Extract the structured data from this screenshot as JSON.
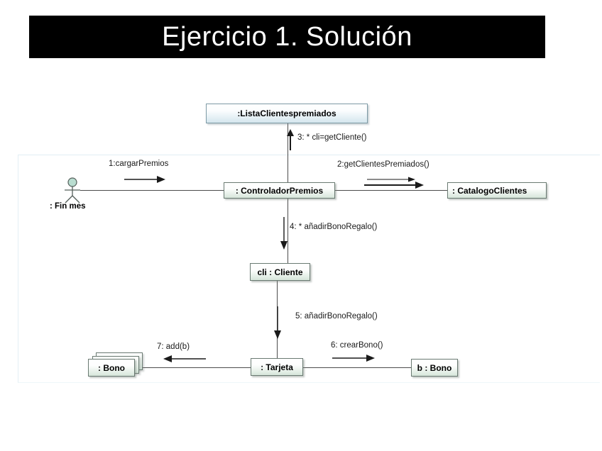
{
  "slide": {
    "title": "Ejercicio 1. Solución",
    "background_color": "#ffffff",
    "title_bar_color": "#000000",
    "title_text_color": "#ffffff"
  },
  "diagram": {
    "type": "uml-collaboration-diagram",
    "object_fill_green": "#d6e6da",
    "object_fill_blue": "#d4e6ee",
    "line_color": "#4c4c4c",
    "actor": {
      "name": "actor-fin-mes",
      "label": ": Fin mes",
      "head_color": "#b9ddd0"
    },
    "objects": [
      {
        "name": "lista-clientes-premiados",
        "label": ":ListaClientespremiados",
        "style": "blue",
        "multi": false
      },
      {
        "name": "controlador-premios",
        "label": ": ControladorPremios",
        "style": "green",
        "multi": false
      },
      {
        "name": "catalogo-clientes",
        "label": ": CatalogoClientes",
        "style": "green",
        "multi": false
      },
      {
        "name": "cli-cliente",
        "label": "cli : Cliente",
        "style": "green",
        "multi": false
      },
      {
        "name": "tarjeta",
        "label": ": Tarjeta",
        "style": "green",
        "multi": false
      },
      {
        "name": "bono-multi",
        "label": ": Bono",
        "style": "green",
        "multi": true
      },
      {
        "name": "b-bono",
        "label": "b : Bono",
        "style": "green",
        "multi": false
      }
    ],
    "messages": [
      {
        "name": "message-1",
        "label": "1:cargarPremios",
        "direction": "right",
        "from": "actor-fin-mes",
        "to": "controlador-premios"
      },
      {
        "name": "message-2",
        "label": "2:getClientesPremiados()",
        "direction": "right",
        "from": "controlador-premios",
        "to": "catalogo-clientes",
        "double": true
      },
      {
        "name": "message-3",
        "label": "3: * cli=getCliente()",
        "direction": "up",
        "from": "controlador-premios",
        "to": "lista-clientes-premiados"
      },
      {
        "name": "message-4",
        "label": "4: * añadirBonoRegalo()",
        "direction": "down",
        "from": "controlador-premios",
        "to": "cli-cliente"
      },
      {
        "name": "message-5",
        "label": "5: añadirBonoRegalo()",
        "direction": "down",
        "from": "cli-cliente",
        "to": "tarjeta"
      },
      {
        "name": "message-6",
        "label": "6: crearBono()",
        "direction": "right",
        "from": "tarjeta",
        "to": "b-bono"
      },
      {
        "name": "message-7",
        "label": "7: add(b)",
        "direction": "left",
        "from": "tarjeta",
        "to": "bono-multi"
      }
    ]
  }
}
